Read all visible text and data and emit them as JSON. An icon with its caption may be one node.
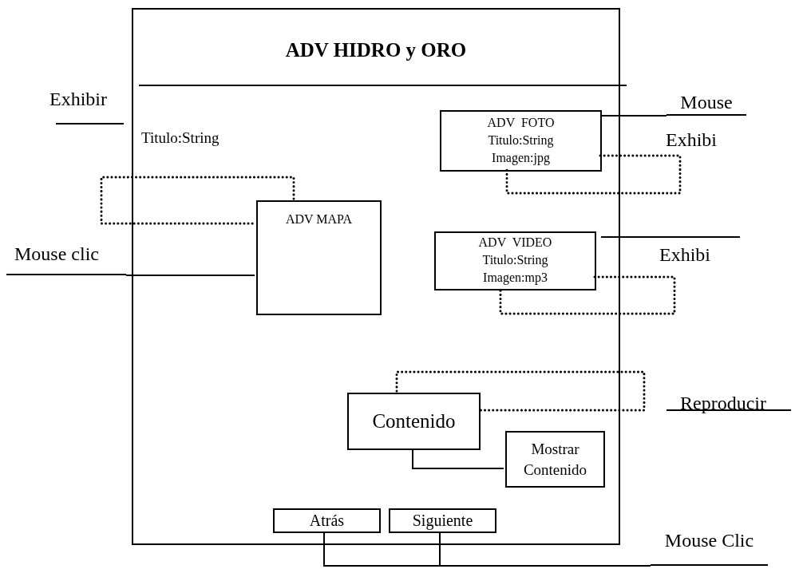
{
  "diagram": {
    "nodes": [
      {
        "text": [
          "ADV HIDRO y ORO",
          "Titulo:String"
        ]
      },
      {
        "text": [
          "Mouse"
        ]
      },
      {
        "text": [
          "ADV  FOTO",
          "Titulo:String",
          "Imagen:jpg"
        ],
        "in": 0
      },
      {
        "text": [
          "ADV MAPA"
        ],
        "in": 0
      },
      {
        "text": [
          "Mouse clic"
        ]
      },
      {
        "text": [
          "ADV  VIDEO",
          "Titulo:String",
          "Imagen:mp3"
        ],
        "in": 0
      },
      {
        "text": [
          "Contenido"
        ],
        "in": 0
      },
      {
        "text": [
          "Mostrar Contenido"
        ],
        "in": 0
      },
      {
        "text": [
          "Atrás"
        ],
        "in": 0
      },
      {
        "text": [
          "Siguiente"
        ],
        "in": 0
      },
      {
        "text": [
          "Mouse Clic"
        ]
      }
    ],
    "edges": [
      {
        "from": 1,
        "to": 2,
        "arrow": "none"
      },
      {
        "from": 3,
        "to": 3,
        "arrow": "none",
        "style": "dashed"
      },
      {
        "from": 2,
        "to": 2,
        "arrow": "none",
        "style": "dashed"
      },
      {
        "from": 4,
        "to": 3,
        "arrow": "none"
      },
      {
        "from": 5,
        "to": 5,
        "arrow": "none",
        "style": "dashed"
      },
      {
        "from": 6,
        "to": 6,
        "arrow": "none",
        "style": "dashed"
      },
      {
        "from": 6,
        "to": 7,
        "arrow": "none"
      },
      {
        "from": 10,
        "to": 8,
        "arrow": "none"
      },
      {
        "from": 10,
        "to": 9,
        "arrow": "none"
      }
    ],
    "labels": [
      "Exhibir",
      "Exhibi",
      "Exhibi",
      "Reproducir"
    ]
  }
}
